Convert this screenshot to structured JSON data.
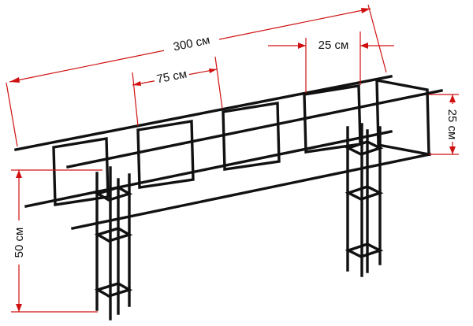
{
  "labels": {
    "total_length": "300 см",
    "stirrup_spacing": "75 см",
    "post_stirrup_width": "25 см",
    "beam_height": "25 см",
    "post_height": "50 см"
  },
  "colors": {
    "rebar": "#111111",
    "dimension": "#d01010",
    "background": "#ffffff"
  }
}
